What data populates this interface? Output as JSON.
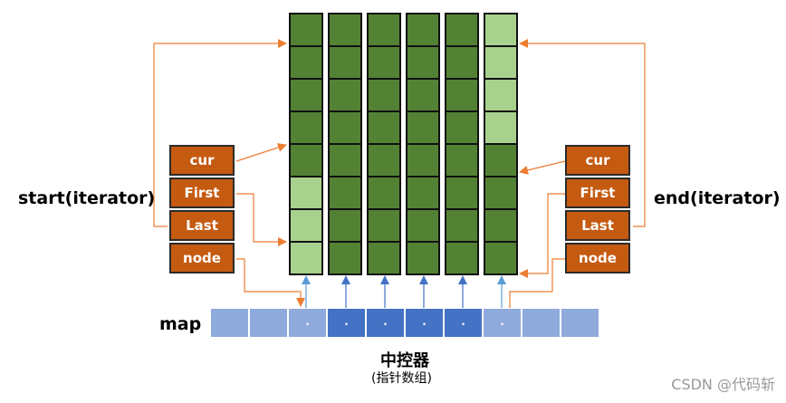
{
  "labels": {
    "start": "start(iterator)",
    "end": "end(iterator)",
    "map": "map",
    "controller": "中控器",
    "controller_sub": "(指针数组)",
    "watermark": "CSDN @代码斩"
  },
  "start_iterator": [
    "cur",
    "First",
    "Last",
    "node"
  ],
  "end_iterator": [
    "cur",
    "First",
    "Last",
    "node"
  ],
  "buffers": [
    {
      "cells": [
        "dark",
        "dark",
        "dark",
        "dark",
        "dark",
        "light",
        "light",
        "light"
      ]
    },
    {
      "cells": [
        "dark",
        "dark",
        "dark",
        "dark",
        "dark",
        "dark",
        "dark",
        "dark"
      ]
    },
    {
      "cells": [
        "dark",
        "dark",
        "dark",
        "dark",
        "dark",
        "dark",
        "dark",
        "dark"
      ]
    },
    {
      "cells": [
        "dark",
        "dark",
        "dark",
        "dark",
        "dark",
        "dark",
        "dark",
        "dark"
      ]
    },
    {
      "cells": [
        "dark",
        "dark",
        "dark",
        "dark",
        "dark",
        "dark",
        "dark",
        "dark"
      ]
    },
    {
      "cells": [
        "light",
        "light",
        "light",
        "light",
        "dark",
        "dark",
        "dark",
        "dark"
      ]
    }
  ],
  "map_cells": [
    {
      "state": "empty",
      "mark": ""
    },
    {
      "state": "empty",
      "mark": ""
    },
    {
      "state": "start",
      "mark": "."
    },
    {
      "state": "used",
      "mark": "."
    },
    {
      "state": "used",
      "mark": "."
    },
    {
      "state": "used",
      "mark": "."
    },
    {
      "state": "used",
      "mark": "."
    },
    {
      "state": "end",
      "mark": "."
    },
    {
      "state": "empty",
      "mark": ""
    },
    {
      "state": "empty",
      "mark": ""
    }
  ],
  "colors": {
    "dark_green": "#548235",
    "light_green": "#a9d18e",
    "iterator": "#c55a11",
    "map_empty": "#8faadc",
    "map_used": "#4472c4",
    "orange_arrow": "#ed7d31",
    "blue_arrow": "#4472c4",
    "light_blue_arrow": "#5b9bd5"
  }
}
